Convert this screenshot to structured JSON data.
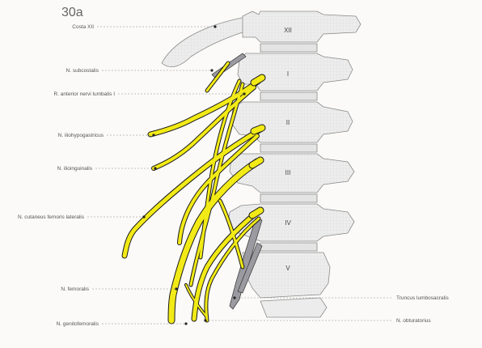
{
  "figure_number": "30a",
  "labels": {
    "costa_xii": "Costa XII",
    "n_subcostalis": "N. subcostalis",
    "r_anterior": "R. anterior nervi lumbalis I",
    "n_iliohypogastricus": "N. iliohypogastricus",
    "n_ilioinguinalis": "N. ilioinguinalis",
    "n_cutaneus": "N. cutaneus femoris lateralis",
    "n_femoralis": "N. femoralis",
    "n_genitofemoralis": "N. genitofemoralis",
    "truncus": "Truncus lumbosacralis",
    "n_obturatorius": "N. obturatorius"
  },
  "vertebrae": [
    "XII",
    "I",
    "II",
    "III",
    "IV",
    "V"
  ],
  "colors": {
    "nerve": "#f2ea16",
    "nerve_outline": "#1a1a1a",
    "bone": "#e8e8e8",
    "bone_outline": "#8a8a8a",
    "trunk": "#9a9aa0",
    "leader": "#8c8c8c",
    "text": "#555555"
  }
}
